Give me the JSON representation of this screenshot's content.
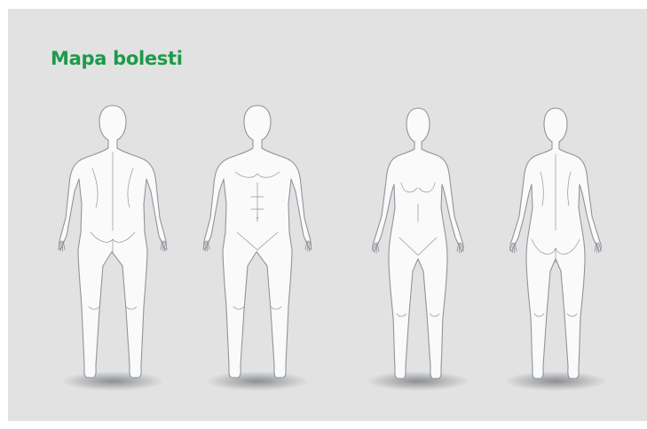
{
  "title": "Mapa bolesti",
  "colors": {
    "title": "#1e9a48",
    "background": "#e2e2e3",
    "body_fill": "#fafafa",
    "body_outline": "#8f959b"
  },
  "figures": [
    {
      "id": "male-back",
      "sex": "male",
      "view": "back"
    },
    {
      "id": "male-front",
      "sex": "male",
      "view": "front"
    },
    {
      "id": "female-front",
      "sex": "female",
      "view": "front"
    },
    {
      "id": "female-back",
      "sex": "female",
      "view": "back"
    }
  ]
}
